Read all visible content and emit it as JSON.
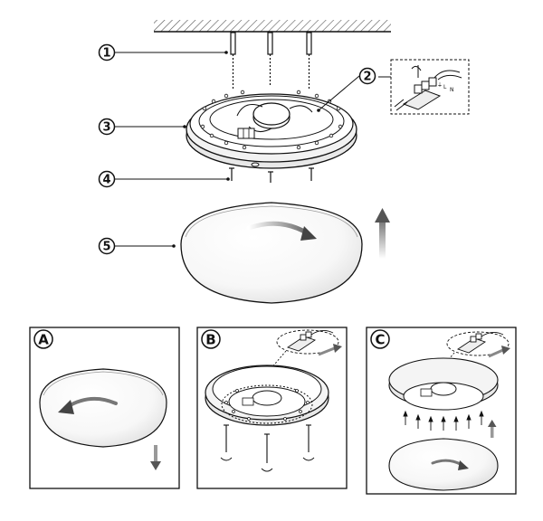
{
  "callouts": {
    "c1": "1",
    "c2": "2",
    "c3": "3",
    "c4": "4",
    "c5": "5"
  },
  "panels": {
    "a": "A",
    "b": "B",
    "c": "C"
  },
  "wire_labels": {
    "earth": "⏚",
    "live": "L",
    "neutral": "N"
  },
  "icons": {
    "rotate_arrow": "curved-arrow-icon",
    "up_arrow": "up-arrow-icon",
    "down_arrow": "down-arrow-icon"
  },
  "colors": {
    "line": "#111111",
    "hatch": "#555555",
    "shade": "#d9d9d9"
  }
}
